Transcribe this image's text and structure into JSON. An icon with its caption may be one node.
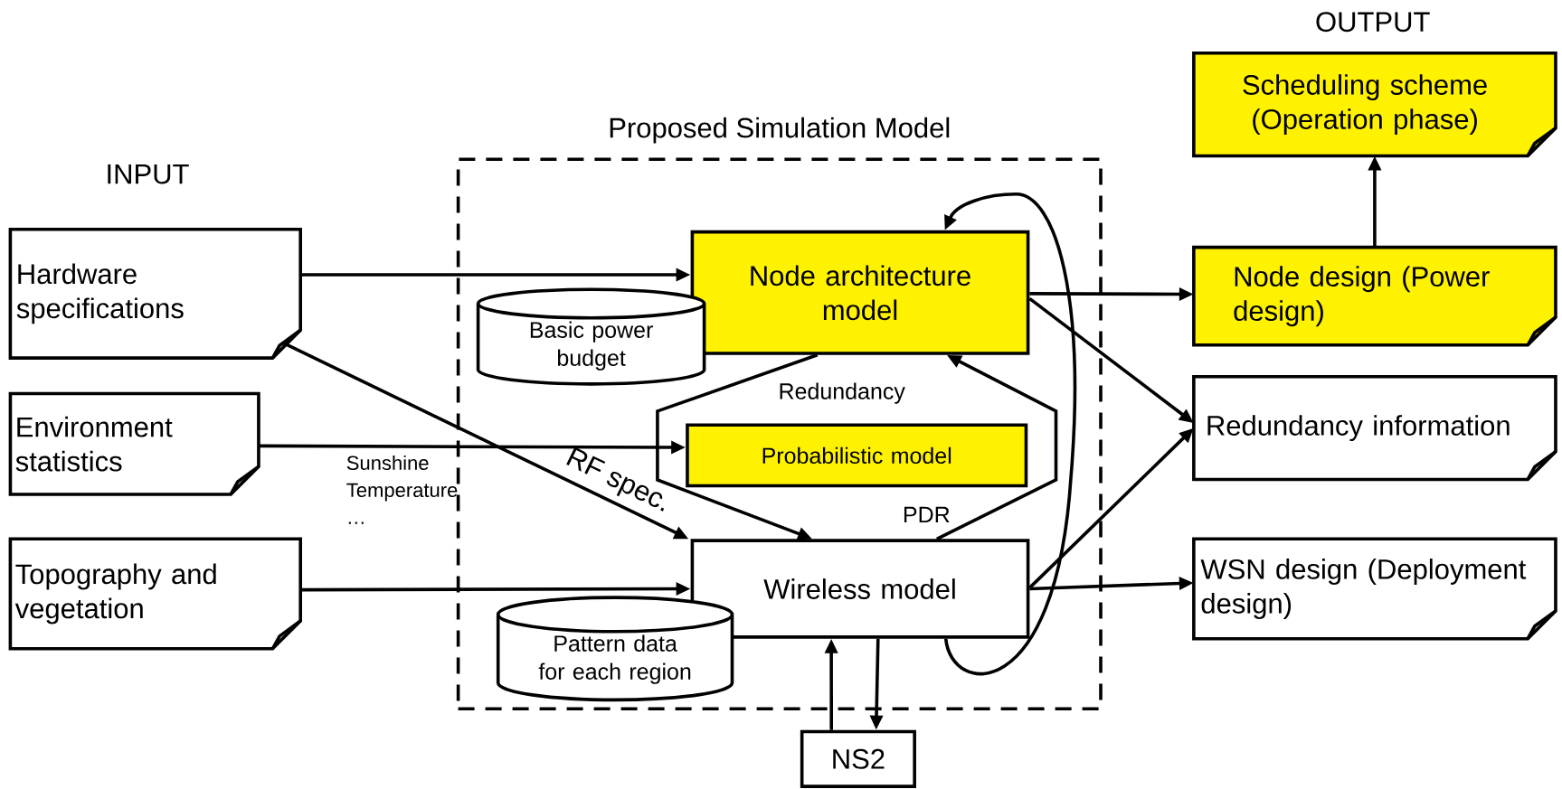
{
  "diagram": {
    "nodes": [
      {
        "text": [
          "Proposed Simulation Model"
        ]
      },
      {
        "text": [
          "Hardware specifications"
        ]
      },
      {
        "text": [
          "Environment statistics"
        ]
      },
      {
        "text": [
          "Topography and vegetation"
        ]
      },
      {
        "text": [
          "Node architecture model"
        ],
        "in": 0
      },
      {
        "text": [
          "Basic power budget"
        ],
        "in": 0
      },
      {
        "text": [
          "Probabilistic model"
        ],
        "in": 0
      },
      {
        "text": [
          "Wireless model"
        ],
        "in": 0
      },
      {
        "text": [
          "Pattern data for each region"
        ],
        "in": 0
      },
      {
        "text": [
          "NS2"
        ]
      },
      {
        "text": [
          "Scheduling scheme (Operation phase)"
        ]
      },
      {
        "text": [
          "Node design (Power design)"
        ]
      },
      {
        "text": [
          "Redundancy information"
        ]
      },
      {
        "text": [
          "WSN design (Deployment design)"
        ]
      }
    ],
    "edges": [
      {
        "from": 1,
        "to": 4,
        "arrow": "to"
      },
      {
        "from": 1,
        "to": 7,
        "arrow": "to",
        "label": "RF spec."
      },
      {
        "from": 2,
        "to": 6,
        "arrow": "to",
        "label": "Sunshine Temperature …"
      },
      {
        "from": 3,
        "to": 7,
        "arrow": "to"
      },
      {
        "from": 4,
        "to": 7,
        "arrow": "to",
        "label": "Redundancy"
      },
      {
        "from": 7,
        "to": 4,
        "arrow": "to",
        "label": "PDR"
      },
      {
        "from": 7,
        "to": 4,
        "arrow": "to"
      },
      {
        "from": 4,
        "to": 11,
        "arrow": "to"
      },
      {
        "from": 4,
        "to": 12,
        "arrow": "to"
      },
      {
        "from": 7,
        "to": 12,
        "arrow": "to"
      },
      {
        "from": 7,
        "to": 13,
        "arrow": "to"
      },
      {
        "from": 11,
        "to": 10,
        "arrow": "to"
      },
      {
        "from": 9,
        "to": 7,
        "arrow": "to"
      },
      {
        "from": 7,
        "to": 9,
        "arrow": "to"
      }
    ],
    "labels": [
      "INPUT",
      "OUTPUT"
    ]
  }
}
